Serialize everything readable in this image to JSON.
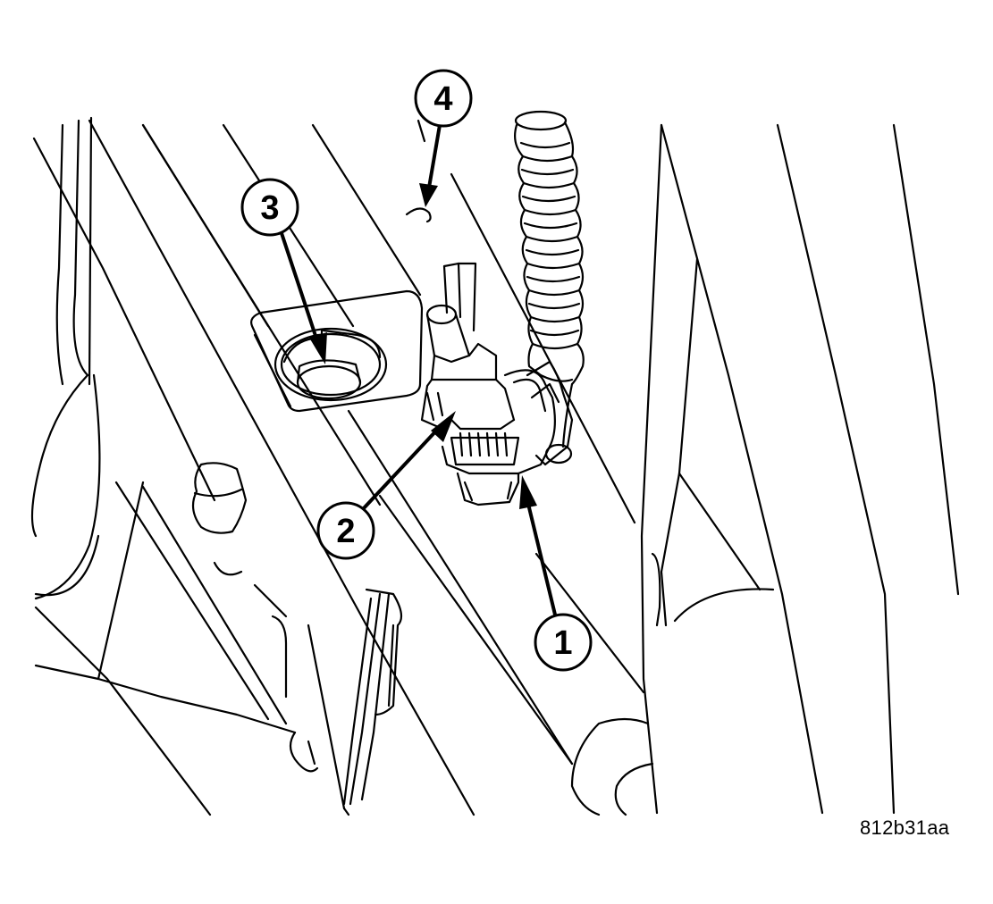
{
  "figure": {
    "id_label": "812b31aa"
  },
  "callouts": [
    {
      "number": "1"
    },
    {
      "number": "2"
    },
    {
      "number": "3"
    },
    {
      "number": "4"
    }
  ],
  "colors": {
    "line": "#000000",
    "background": "#ffffff"
  }
}
